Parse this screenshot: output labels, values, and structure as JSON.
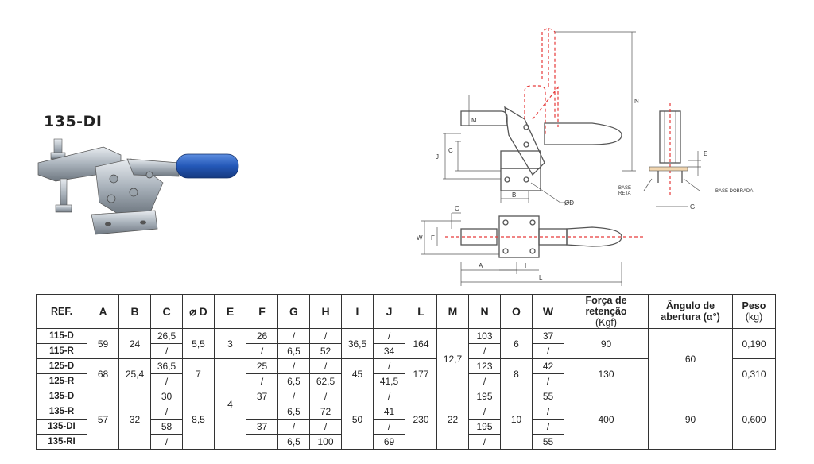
{
  "product": {
    "title": "135-DI"
  },
  "drawing_labels": {
    "A": "A",
    "B": "B",
    "C": "C",
    "D": "ØD",
    "E": "E",
    "F": "F",
    "G": "G",
    "I": "I",
    "J": "J",
    "L": "L",
    "M": "M",
    "N": "N",
    "O": "O",
    "W": "W",
    "base_reta_1": "BASE",
    "base_reta_2": "RETA",
    "base_dobrada": "BASE DOBRADA"
  },
  "table": {
    "headers": {
      "ref": "REF.",
      "a": "A",
      "b": "B",
      "c": "C",
      "d": "⌀ D",
      "e": "E",
      "f": "F",
      "g": "G",
      "h": "H",
      "i": "I",
      "j": "J",
      "l": "L",
      "m": "M",
      "n": "N",
      "o": "O",
      "w": "W",
      "forca_1": "Força de retenção",
      "forca_2": "(Kgf)",
      "angulo_1": "Ângulo de",
      "angulo_2": "abertura (α°)",
      "peso_1": "Peso",
      "peso_2": "(kg)"
    },
    "g1": {
      "ref1": "115-D",
      "ref2": "115-R",
      "a": "59",
      "b": "24",
      "c1": "26,5",
      "c2": "/",
      "d": "5,5",
      "e": "3",
      "f1": "26",
      "f2": "/",
      "g1": "/",
      "g2": "6,5",
      "h1": "/",
      "h2": "52",
      "i": "36,5",
      "j1": "/",
      "j2": "34",
      "l": "164",
      "n1": "103",
      "n2": "/",
      "o": "6",
      "w1": "37",
      "w2": "/",
      "forca": "90",
      "peso": "0,190"
    },
    "g2": {
      "ref1": "125-D",
      "ref2": "125-R",
      "a": "68",
      "b": "25,4",
      "c1": "36,5",
      "c2": "/",
      "d": "7",
      "f1": "25",
      "f2": "/",
      "g1": "/",
      "g2": "6,5",
      "h1": "/",
      "h2": "62,5",
      "i": "45",
      "j1": "/",
      "j2": "41,5",
      "l": "177",
      "n1": "123",
      "n2": "/",
      "o": "8",
      "w1": "42",
      "w2": "/",
      "forca": "130",
      "peso": "0,310"
    },
    "m12": "12,7",
    "angulo12": "60",
    "e23": "4",
    "g3": {
      "ref1": "135-D",
      "ref2": "135-R",
      "ref3": "135-DI",
      "ref4": "135-RI",
      "a": "57",
      "b": "32",
      "c1": "30",
      "c2": "/",
      "c3": "58",
      "c4": "/",
      "d": "8,5",
      "f1": "37",
      "f2": "",
      "f3": "37",
      "f4": "",
      "g1": "/",
      "g2": "6,5",
      "g3": "/",
      "g4": "6,5",
      "h1": "/",
      "h2": "72",
      "h3": "/",
      "h4": "100",
      "i": "50",
      "j1": "/",
      "j2": "41",
      "j3": "/",
      "j4": "69",
      "l": "230",
      "m": "22",
      "n1": "195",
      "n2": "/",
      "n3": "195",
      "n4": "/",
      "o": "10",
      "w1": "55",
      "w2": "/",
      "w3": "/",
      "w4": "55",
      "forca": "400",
      "angulo": "90",
      "peso": "0,600"
    }
  }
}
